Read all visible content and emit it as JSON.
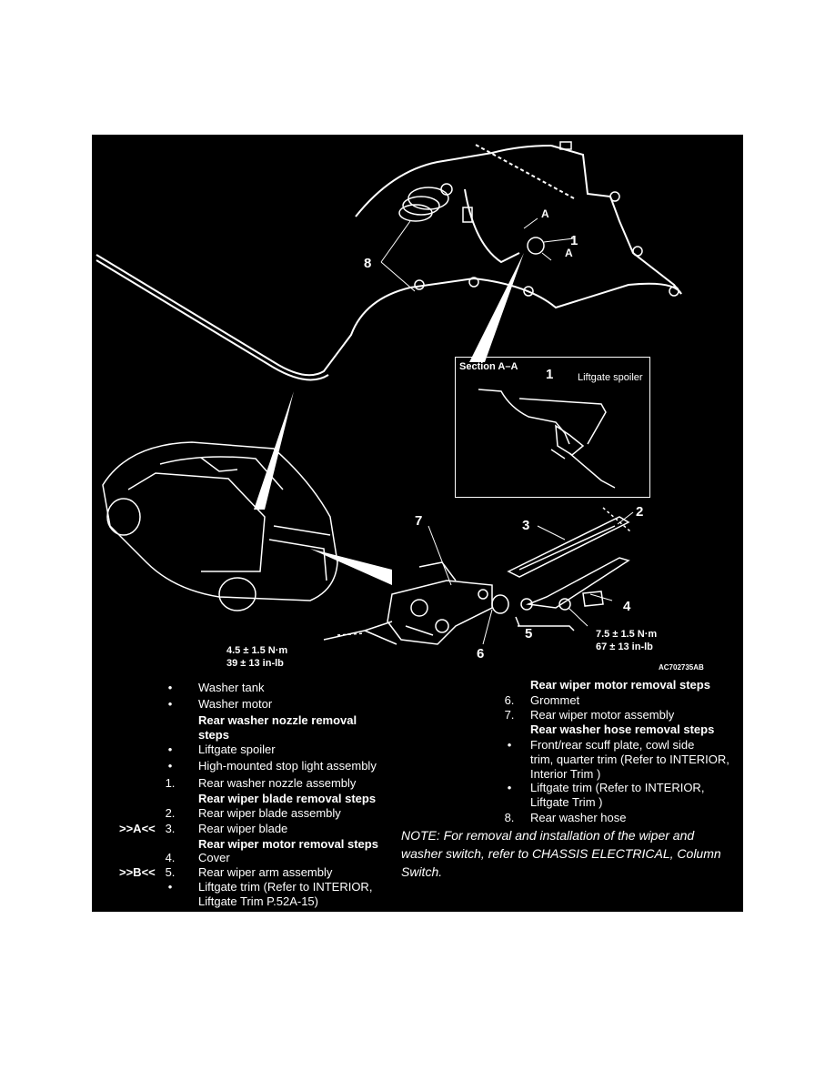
{
  "diagram": {
    "callouts": {
      "c1": "1",
      "c2": "2",
      "c3": "3",
      "c4": "4",
      "c5": "5",
      "c6": "6",
      "c7": "7",
      "c8": "8",
      "sectionA1": "A",
      "sectionA2": "A",
      "sectionBox1": "1"
    },
    "section_title": "Section A–A",
    "liftgate_spoiler": "Liftgate spoiler",
    "torque_motor": {
      "line1": "4.5 ± 1.5 N·m",
      "line2": "39 ± 13 in-lb"
    },
    "torque_arm": {
      "line1": "7.5 ± 1.5 N·m",
      "line2": "67 ± 13 in-lb"
    },
    "figure_code": "AC702735AB"
  },
  "left_list": [
    {
      "marker": "",
      "num": "•",
      "text": "Washer tank"
    },
    {
      "marker": "",
      "num": "•",
      "text": "Washer motor"
    },
    {
      "heading": "Rear washer nozzle removal\nsteps"
    },
    {
      "marker": "",
      "num": "•",
      "text": "Liftgate spoiler"
    },
    {
      "marker": "",
      "num": "•",
      "text": "High-mounted stop light assembly"
    },
    {
      "marker": "",
      "num": "1.",
      "text": "Rear washer nozzle assembly"
    },
    {
      "heading": "Rear wiper blade removal steps"
    },
    {
      "marker": "",
      "num": "2.",
      "text": "Rear wiper blade assembly"
    },
    {
      "marker": ">>A<<",
      "num": "3.",
      "text": "Rear wiper blade"
    },
    {
      "heading": "Rear wiper motor removal steps"
    },
    {
      "marker": "",
      "num": "4.",
      "text": "Cover"
    },
    {
      "marker": ">>B<<",
      "num": "5.",
      "text": "Rear wiper arm assembly"
    },
    {
      "marker": "",
      "num": "•",
      "text": "Liftgate trim (Refer to INTERIOR,\nLiftgate Trim P.52A-15)"
    }
  ],
  "right_list": [
    {
      "heading": "Rear wiper motor removal steps"
    },
    {
      "num": "6.",
      "text": "Grommet"
    },
    {
      "num": "7.",
      "text": "Rear wiper motor assembly"
    },
    {
      "heading": "Rear washer hose removal steps"
    },
    {
      "num": "•",
      "text": "Front/rear scuff plate, cowl side\ntrim, quarter trim (Refer to INTERIOR,\nInterior Trim )"
    },
    {
      "num": "•",
      "text": "Liftgate trim (Refer to INTERIOR,\nLiftgate Trim )"
    },
    {
      "num": "8.",
      "text": "Rear washer hose"
    }
  ],
  "note": "NOTE: For removal and installation of the wiper and washer switch, refer to CHASSIS ELECTRICAL, Column Switch."
}
